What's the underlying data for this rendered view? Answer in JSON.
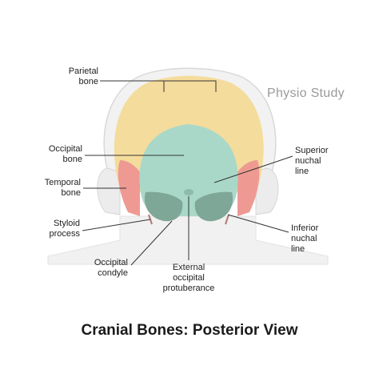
{
  "title": "Cranial Bones: Posterior View",
  "watermark": "Physio Study",
  "labels": {
    "parietal_bone": "Parietal\nbone",
    "occipital_bone": "Occipital\nbone",
    "temporal_bone": "Temporal\nbone",
    "styloid_process": "Styloid\nprocess",
    "occipital_condyle": "Occipital\ncondyle",
    "external_occipital_protuberance": "External\noccipital\nprotuberance",
    "inferior_nuchal_line": "Inferior\nnuchal\nline",
    "superior_nuchal_line": "Superior\nnuchal\nline"
  },
  "colors": {
    "parietal": "#f4dc9c",
    "occipital": "#a9d8c9",
    "temporal": "#ee9a92",
    "condyle": "#7fa798",
    "neck": "#f0f0f0",
    "leader_line": "#333333"
  }
}
